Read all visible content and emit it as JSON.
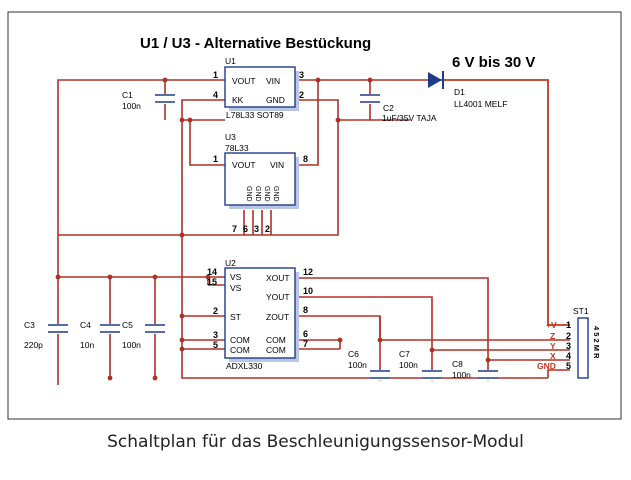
{
  "title": "U1 / U3 - Alternative Bestückung",
  "supply": "6 V bis 30 V",
  "caption": "Schaltplan für das Beschleunigungssensor-Modul",
  "colors": {
    "wire": "#b03024",
    "ic_outline": "#1f3c8c",
    "ic_shadow": "#b9c6e4",
    "text": "#000000"
  },
  "u1": {
    "ref": "U1",
    "part": "L78L33 SOT89",
    "pins": [
      "1",
      "4",
      "3",
      "2"
    ],
    "pin_names": [
      "VOUT",
      "KK",
      "VIN",
      "GND"
    ]
  },
  "u3": {
    "ref": "U3",
    "part": "78L33",
    "pins": [
      "1",
      "8",
      "7",
      "6",
      "3",
      "2"
    ],
    "pin_names": [
      "VOUT",
      "VIN"
    ],
    "gnd_labels": [
      "GND",
      "GND",
      "GND",
      "GND"
    ]
  },
  "u2": {
    "ref": "U2",
    "part": "ADXL330",
    "pins": [
      "14",
      "15",
      "2",
      "3",
      "5",
      "12",
      "10",
      "8",
      "6",
      "7"
    ],
    "pin_names": [
      "VS",
      "VS",
      "ST",
      "COM",
      "COM",
      "XOUT",
      "YOUT",
      "ZOUT",
      "COM",
      "COM"
    ]
  },
  "d1": {
    "ref": "D1",
    "part": "LL4001 MELF"
  },
  "c1": {
    "ref": "C1",
    "value": "100n"
  },
  "c2": {
    "ref": "C2",
    "value": "1uF/35V TAJA"
  },
  "c3": {
    "ref": "C3",
    "value": "220p"
  },
  "c4": {
    "ref": "C4",
    "value": "10n"
  },
  "c5": {
    "ref": "C5",
    "value": "100n"
  },
  "c6": {
    "ref": "C6",
    "value": "100n"
  },
  "c7": {
    "ref": "C7",
    "value": "100n"
  },
  "c8": {
    "ref": "C8",
    "value": "100n"
  },
  "st1": {
    "ref": "ST1",
    "part": "4 5 2 M R",
    "signals": [
      "+V",
      "Z",
      "Y",
      "X",
      "GND"
    ],
    "pins": [
      "1",
      "2",
      "3",
      "4",
      "5"
    ]
  }
}
